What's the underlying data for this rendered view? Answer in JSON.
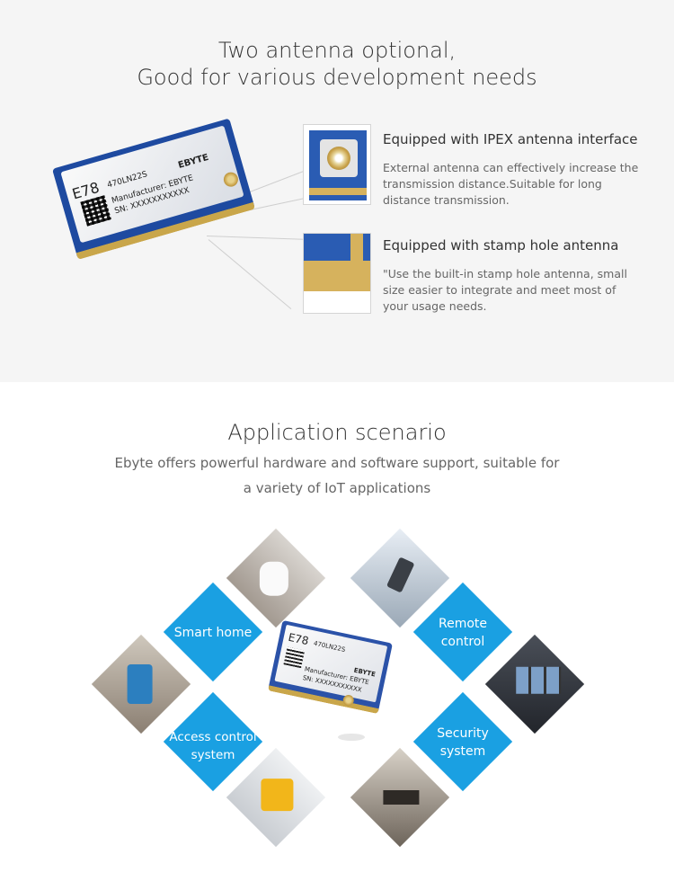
{
  "section1": {
    "title_line1": "Two antenna optional,",
    "title_line2": "Good for various development needs",
    "module": {
      "model": "E78",
      "part": "470LN22S",
      "brand": "EBYTE",
      "manufacturer": "Manufacturer: EBYTE",
      "sn": "SN: XXXXXXXXXXX"
    },
    "features": [
      {
        "heading": "Equipped with IPEX antenna interface",
        "text": "External antenna can effectively increase the transmission distance.Suitable for long distance transmission."
      },
      {
        "heading": "Equipped with stamp hole antenna",
        "text": "\"Use the built-in stamp hole antenna, small size easier to integrate and meet most of your usage needs."
      }
    ]
  },
  "section2": {
    "title": "Application scenario",
    "subtitle_line1": "Ebyte offers powerful hardware and software support, suitable for",
    "subtitle_line2": "a variety of IoT applications",
    "tiles": [
      {
        "line1": "Smart home",
        "line2": ""
      },
      {
        "line1": "Remote",
        "line2": "control"
      },
      {
        "line1": "Access control",
        "line2": "system"
      },
      {
        "line1": "Security",
        "line2": "system"
      }
    ],
    "module": {
      "model": "E78",
      "part": "470LN22S",
      "brand": "EBYTE",
      "manufacturer": "Manufacturer: EBYTE",
      "sn": "SN: XXXXXXXXXXX"
    }
  },
  "colors": {
    "accent": "#1aa0e2",
    "pcb": "#1e4aa0",
    "gold": "#c9a64a"
  }
}
